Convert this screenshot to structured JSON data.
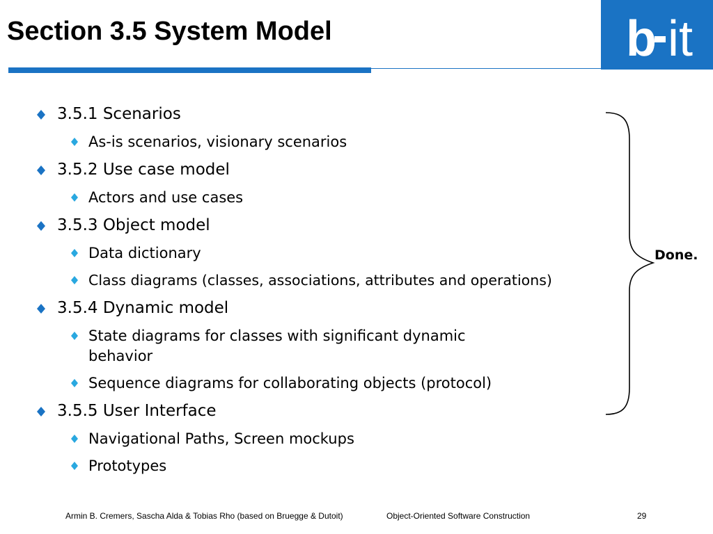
{
  "title": "Section 3.5 System Model",
  "logo": {
    "text_b": "b",
    "text_it": "it",
    "background": "#1a73c4",
    "icon": "b-it-logo"
  },
  "accent_color": "#1a73c4",
  "outline": [
    {
      "label": "3.5.1 Scenarios",
      "subitems": [
        "As-is scenarios, visionary scenarios"
      ]
    },
    {
      "label": "3.5.2 Use case model",
      "subitems": [
        "Actors and use cases"
      ]
    },
    {
      "label": "3.5.3 Object model",
      "subitems": [
        "Data dictionary",
        "Class diagrams (classes, associations, attributes and operations)"
      ]
    },
    {
      "label": "3.5.4 Dynamic model",
      "subitems": [
        "State diagrams for classes with significant dynamic behavior",
        "Sequence diagrams for collaborating objects (protocol)"
      ]
    },
    {
      "label": "3.5.5 User Interface",
      "subitems": [
        "Navigational Paths, Screen mockups",
        "Prototypes"
      ]
    }
  ],
  "brace_label": "Done.",
  "footer": {
    "authors": "Armin B. Cremers, Sascha Alda & Tobias Rho (based on Bruegge & Dutoit)",
    "course": "Object-Oriented Software Construction",
    "page_number": "29"
  }
}
